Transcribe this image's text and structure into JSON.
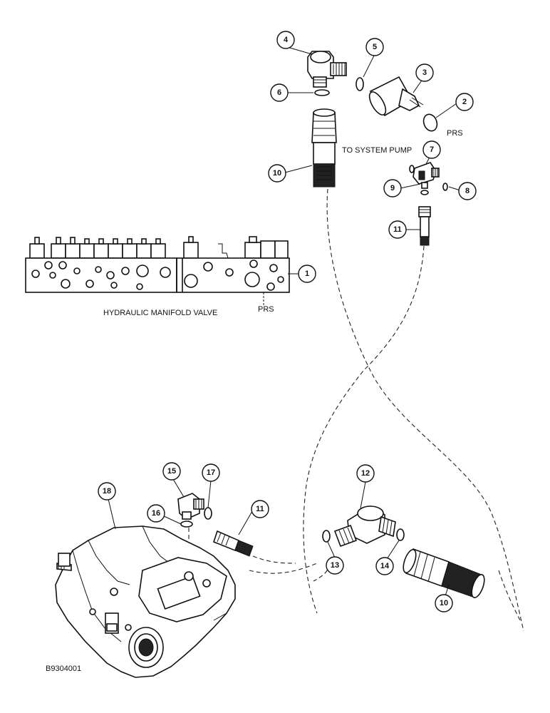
{
  "labels": {
    "to_system_pump": "TO SYSTEM PUMP",
    "prs_top": "PRS",
    "prs_manifold": "PRS",
    "manifold_title": "HYDRAULIC MANIFOLD VALVE",
    "figure_id": "B9304001"
  },
  "callouts": {
    "c1": "1",
    "c2": "2",
    "c3": "3",
    "c4": "4",
    "c5": "5",
    "c6": "6",
    "c7": "7",
    "c8": "8",
    "c9": "9",
    "c10a": "10",
    "c10b": "10",
    "c11a": "11",
    "c11b": "11",
    "c12": "12",
    "c13": "13",
    "c14": "14",
    "c15": "15",
    "c16": "16",
    "c17": "17",
    "c18": "18"
  }
}
